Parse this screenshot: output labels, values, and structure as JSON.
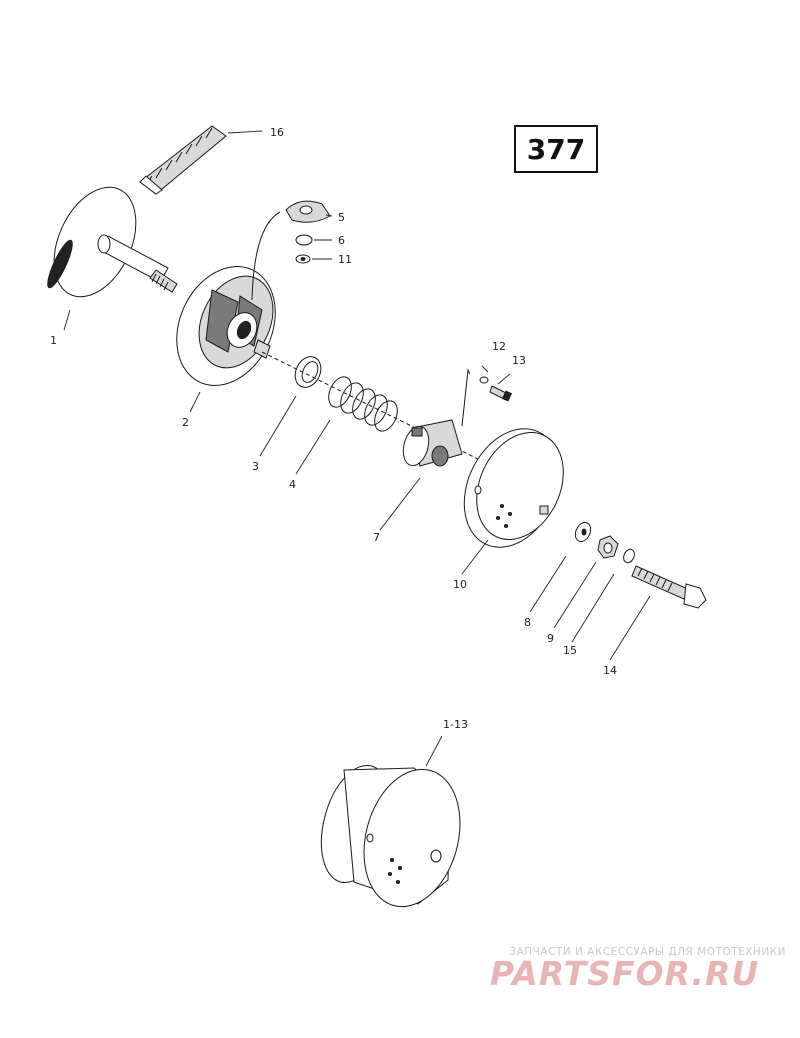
{
  "page_number": "377",
  "parts": [
    {
      "label": "1"
    },
    {
      "label": "2"
    },
    {
      "label": "3"
    },
    {
      "label": "4"
    },
    {
      "label": "5"
    },
    {
      "label": "6"
    },
    {
      "label": "7"
    },
    {
      "label": "8"
    },
    {
      "label": "9"
    },
    {
      "label": "10"
    },
    {
      "label": "11"
    },
    {
      "label": "12"
    },
    {
      "label": "13"
    },
    {
      "label": "14"
    },
    {
      "label": "15"
    },
    {
      "label": "16"
    }
  ],
  "assembly_label": "1-13",
  "watermark": {
    "tagline": "ЗАПЧАСТИ И АКСЕССУАРЫ ДЛЯ МОТОТЕХНИКИ",
    "logo_text": "PARTSFOR.RU",
    "colors": {
      "brand": "#e9b4b4",
      "gray": "#c9c9c9"
    }
  }
}
